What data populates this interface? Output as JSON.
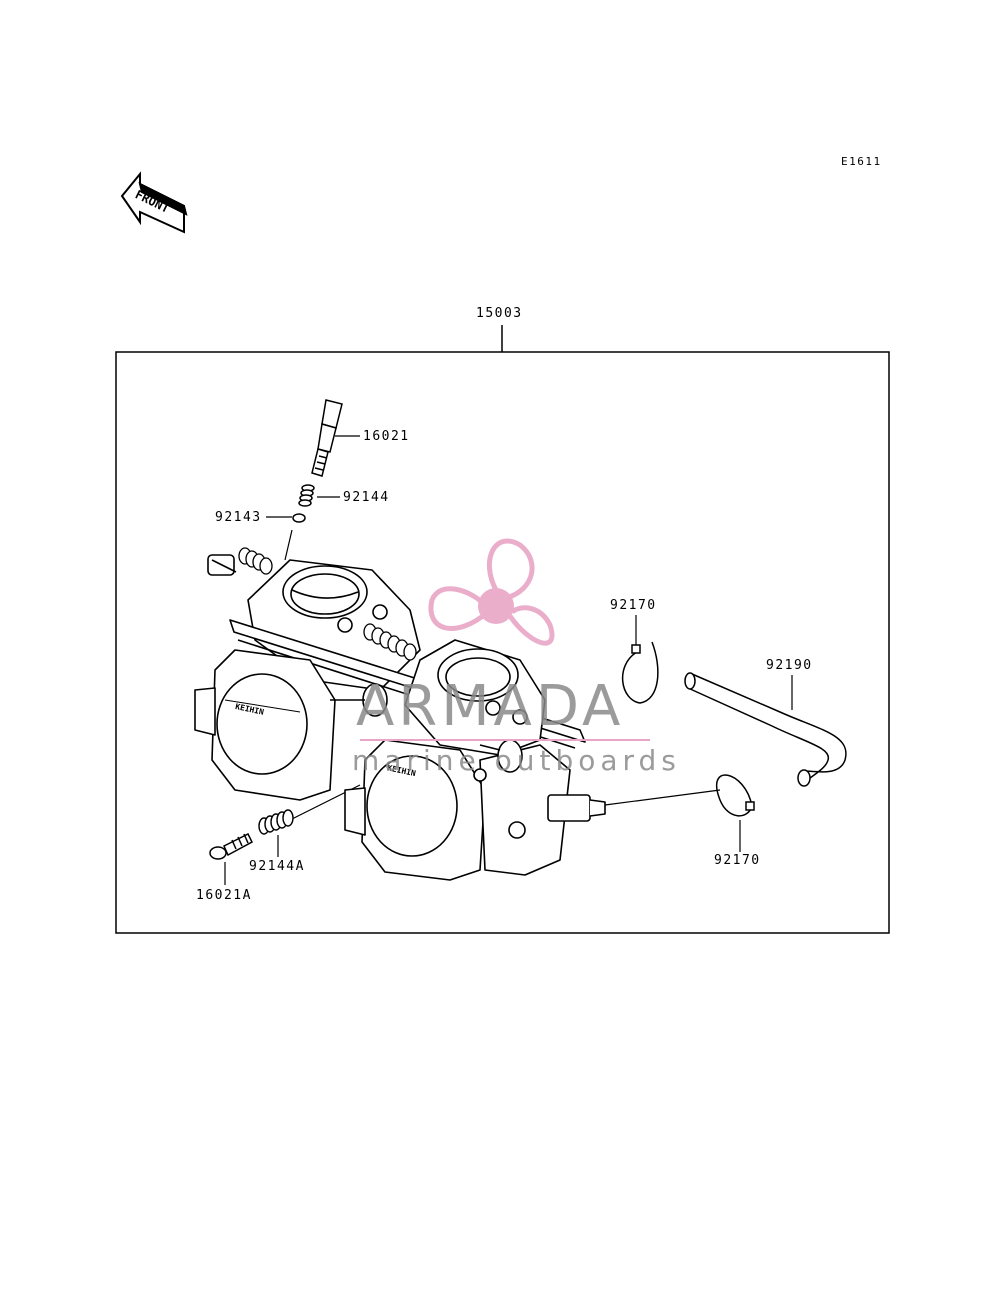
{
  "diagram_id": "E1611",
  "front_label": "FRONT",
  "assembly_part": "15003",
  "parts": {
    "p16021": "16021",
    "p92144": "92144",
    "p92143": "92143",
    "p92170_top": "92170",
    "p92190": "92190",
    "p92170_bottom": "92170",
    "p92144A": "92144A",
    "p16021A": "16021A"
  },
  "watermark": {
    "brand": "ARMADA",
    "tagline": "marine outboards",
    "accent_color": "#e8a6c6",
    "text_color": "#8a8a8a"
  },
  "chamber_label": "KEIHIN"
}
